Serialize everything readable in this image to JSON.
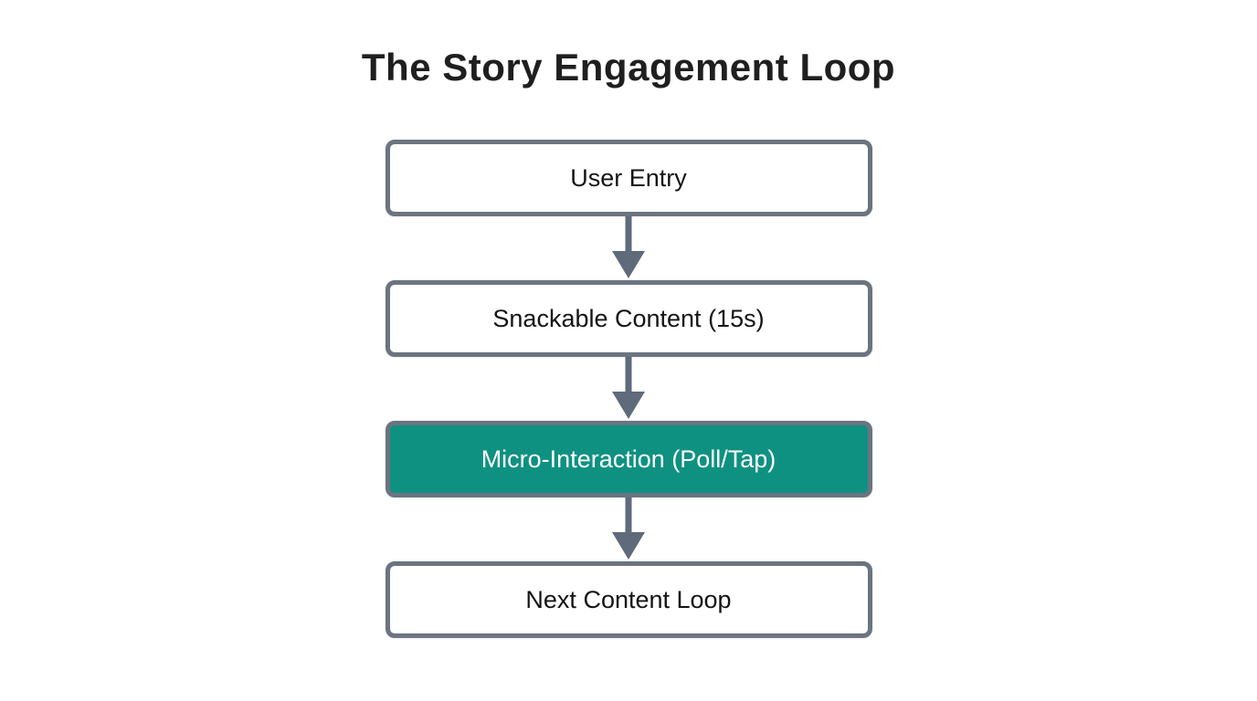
{
  "title": "The Story Engagement Loop",
  "colors": {
    "background": "#ffffff",
    "title_text": "#1f1f1f",
    "box_border": "#6b7480",
    "box_background": "#ffffff",
    "box_text": "#141414",
    "arrow": "#5f6b7a",
    "highlight_background": "#0f9181",
    "highlight_text": "#ffffff"
  },
  "flow": {
    "nodes": [
      {
        "label": "User Entry",
        "highlighted": false
      },
      {
        "label": "Snackable Content (15s)",
        "highlighted": false
      },
      {
        "label": "Micro-Interaction (Poll/Tap)",
        "highlighted": true
      },
      {
        "label": "Next Content Loop",
        "highlighted": false
      }
    ]
  }
}
